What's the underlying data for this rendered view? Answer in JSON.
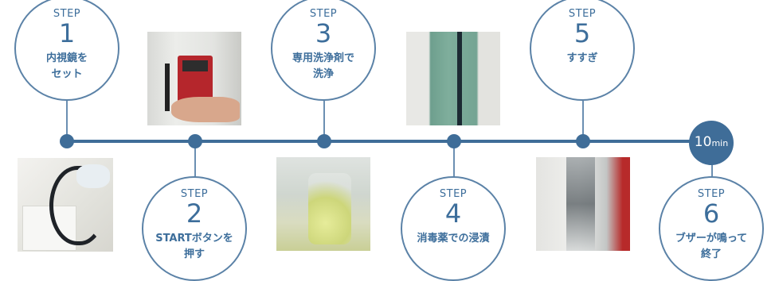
{
  "timeline": {
    "end_marker": {
      "big": "10",
      "small": "min"
    }
  },
  "steps": [
    {
      "label": "STEP",
      "number": "1",
      "text": "内視鏡を\nセット"
    },
    {
      "label": "STEP",
      "number": "2",
      "text": "STARTボタンを\n押す"
    },
    {
      "label": "STEP",
      "number": "3",
      "text": "専用洗浄剤で\n洗浄"
    },
    {
      "label": "STEP",
      "number": "4",
      "text": "消毒薬での浸漬"
    },
    {
      "label": "STEP",
      "number": "5",
      "text": "すすぎ"
    },
    {
      "label": "STEP",
      "number": "6",
      "text": "ブザーが鳴って\n終了"
    }
  ],
  "colors": {
    "accent": "#3f6d98",
    "text": "#3d6e9b"
  }
}
